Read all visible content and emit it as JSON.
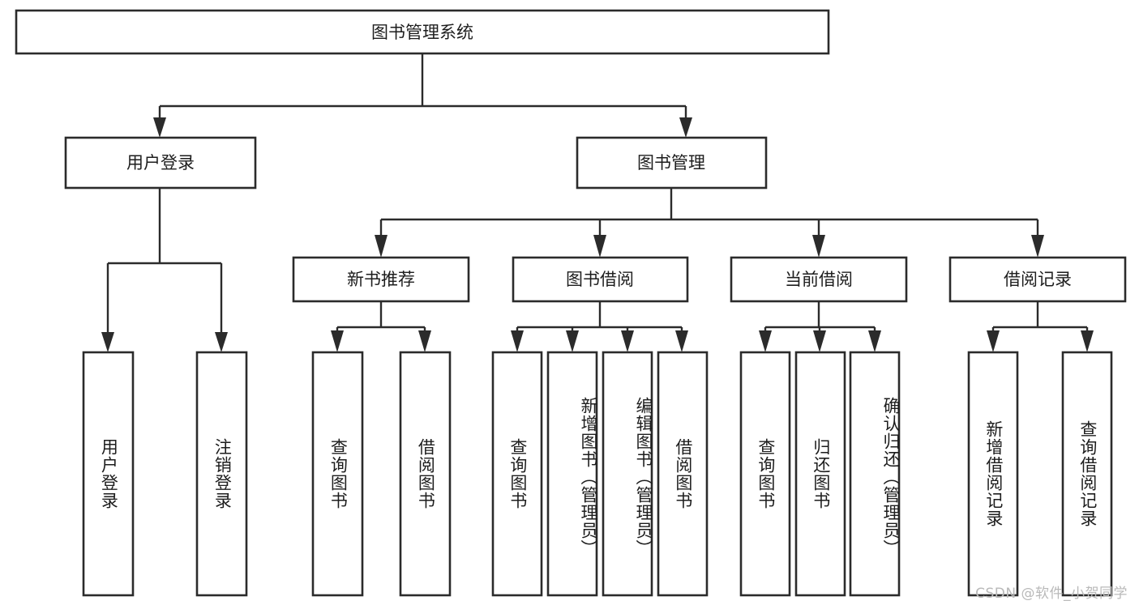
{
  "diagram": {
    "type": "tree-hierarchy",
    "orientation": "top-down",
    "root": {
      "label": "图书管理系统"
    },
    "level2": [
      {
        "label": "用户登录"
      },
      {
        "label": "图书管理"
      }
    ],
    "level3": [
      {
        "label": "新书推荐"
      },
      {
        "label": "图书借阅"
      },
      {
        "label": "当前借阅"
      },
      {
        "label": "借阅记录"
      }
    ],
    "leaves": {
      "user_login": [
        {
          "label": "用户登录"
        },
        {
          "label": "注销登录"
        }
      ],
      "new_book_recommend": [
        {
          "label": "查询图书"
        },
        {
          "label": "借阅图书"
        }
      ],
      "book_borrow": [
        {
          "label": "查询图书"
        },
        {
          "label": "新增图书（管理员）"
        },
        {
          "label": "编辑图书（管理员）"
        },
        {
          "label": "借阅图书"
        }
      ],
      "current_borrow": [
        {
          "label": "查询图书"
        },
        {
          "label": "归还图书"
        },
        {
          "label": "确认归还（管理员）"
        }
      ],
      "borrow_record": [
        {
          "label": "新增借阅记录"
        },
        {
          "label": "查询借阅记录"
        }
      ]
    }
  },
  "watermark": {
    "text": "CSDN @软件_小贺同学"
  },
  "colors": {
    "stroke": "#2b2b2b",
    "fill": "#ffffff",
    "text": "#1d1d1d",
    "watermark": "#b9b9b9"
  }
}
